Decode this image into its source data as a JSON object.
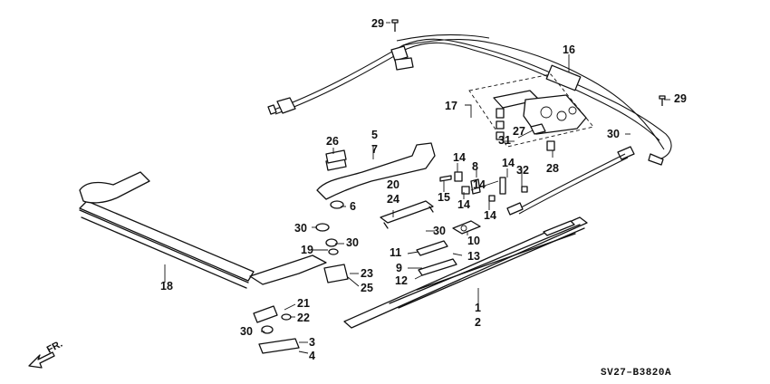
{
  "diagram": {
    "part_labels": {
      "p1": "1",
      "p2": "2",
      "p3": "3",
      "p4": "4",
      "p5": "5",
      "p6": "6",
      "p7": "7",
      "p8": "8",
      "p9": "9",
      "p10": "10",
      "p11": "11",
      "p12": "12",
      "p13": "13",
      "p14a": "14",
      "p14b": "14",
      "p14c": "14",
      "p14d": "14",
      "p14e": "14",
      "p15": "15",
      "p16": "16",
      "p17": "17",
      "p18": "18",
      "p19": "19",
      "p20": "20",
      "p21": "21",
      "p22": "22",
      "p23": "23",
      "p24": "24",
      "p25": "25",
      "p26": "26",
      "p27": "27",
      "p28": "28",
      "p29a": "29",
      "p29b": "29",
      "p30a": "30",
      "p30b": "30",
      "p30c": "30",
      "p30d": "30",
      "p30e": "30",
      "p31": "31",
      "p32": "32"
    },
    "front_indicator": "FR.",
    "diagram_code": "SV27–B3820A"
  }
}
